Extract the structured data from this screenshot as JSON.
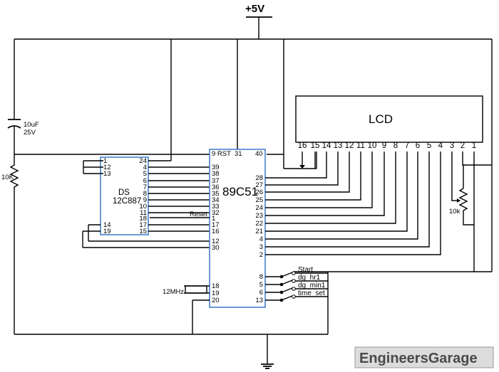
{
  "power_label": "+5V",
  "capacitor": {
    "value": "10uF",
    "voltage": "25V"
  },
  "resistor_label": "10K",
  "rtc": {
    "name_line1": "DS",
    "name_line2": "12C887",
    "left_pins": [
      "1",
      "12",
      "13",
      "14",
      "19"
    ],
    "right_pins": [
      "24",
      "4",
      "5",
      "6",
      "7",
      "8",
      "9",
      "10",
      "11",
      "18",
      "17",
      "15"
    ]
  },
  "mcu": {
    "name": "89C51",
    "rst_label": "9 RST",
    "reset_label": "Reset",
    "top_pins": [
      "31",
      "40"
    ],
    "left_pins": [
      "39",
      "38",
      "37",
      "36",
      "35",
      "34",
      "33",
      "32",
      "1",
      "17",
      "16",
      "12",
      "30",
      "18",
      "19",
      "20"
    ],
    "right_pins": [
      "28",
      "27",
      "26",
      "25",
      "24",
      "23",
      "22",
      "21",
      "4",
      "3",
      "2",
      "8",
      "5",
      "6",
      "13"
    ]
  },
  "crystal_label": "12MHz",
  "lcd": {
    "label": "LCD",
    "pins": [
      "16",
      "15",
      "14",
      "13",
      "12",
      "11",
      "10",
      "9",
      "8",
      "7",
      "6",
      "5",
      "4",
      "3",
      "2",
      "1"
    ]
  },
  "pot_label": "10k",
  "switches": [
    "Start",
    "dg_hr1",
    "dg_min1",
    "time_set"
  ],
  "logo": "EngineersGarage"
}
